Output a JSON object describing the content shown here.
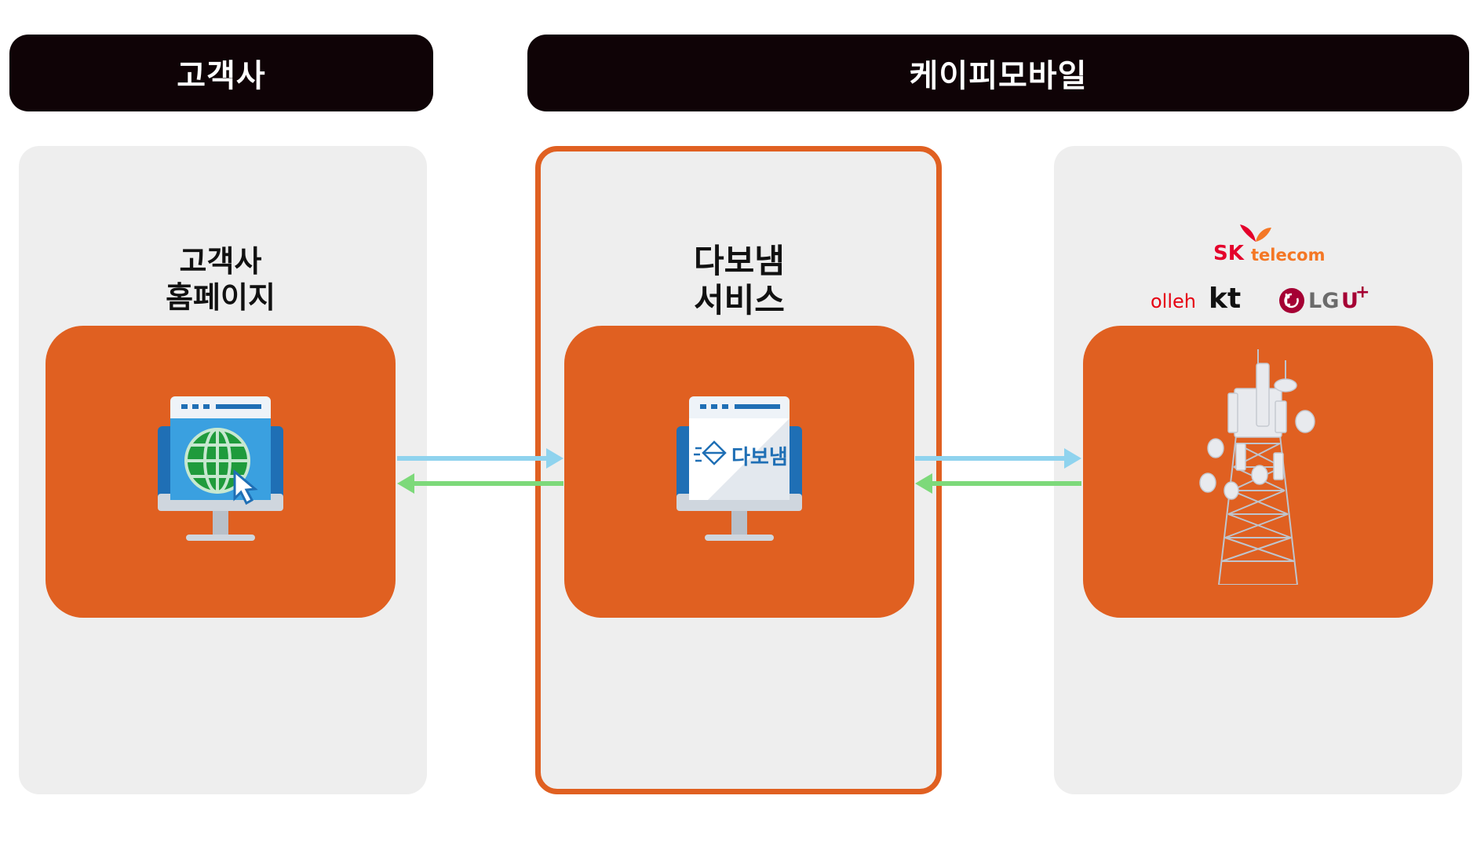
{
  "headers": {
    "client": "고객사",
    "kpmobile": "케이피모바일"
  },
  "client": {
    "title_line1": "고객사",
    "title_line2": "홈페이지"
  },
  "dabonem": {
    "title_line1": "다보냄",
    "title_line2": "서비스",
    "screen_logo": "다보냄"
  },
  "carriers": {
    "sk_brand": "SK",
    "sk_sub": "telecom",
    "kt_prefix": "olleh",
    "kt_brand": "kt",
    "lg_brand": "LG",
    "lg_sub": "U",
    "lg_plus": "+"
  },
  "colors": {
    "accent": "#e06021",
    "header_bg": "#0f0306",
    "panel_bg": "#eeeeee",
    "arrow_request": "#8fd3ee",
    "arrow_response": "#7dd97a",
    "sk_red": "#e4002b",
    "sk_orange": "#f47725",
    "kt_red": "#e60012",
    "lg_magenta": "#a50034"
  }
}
